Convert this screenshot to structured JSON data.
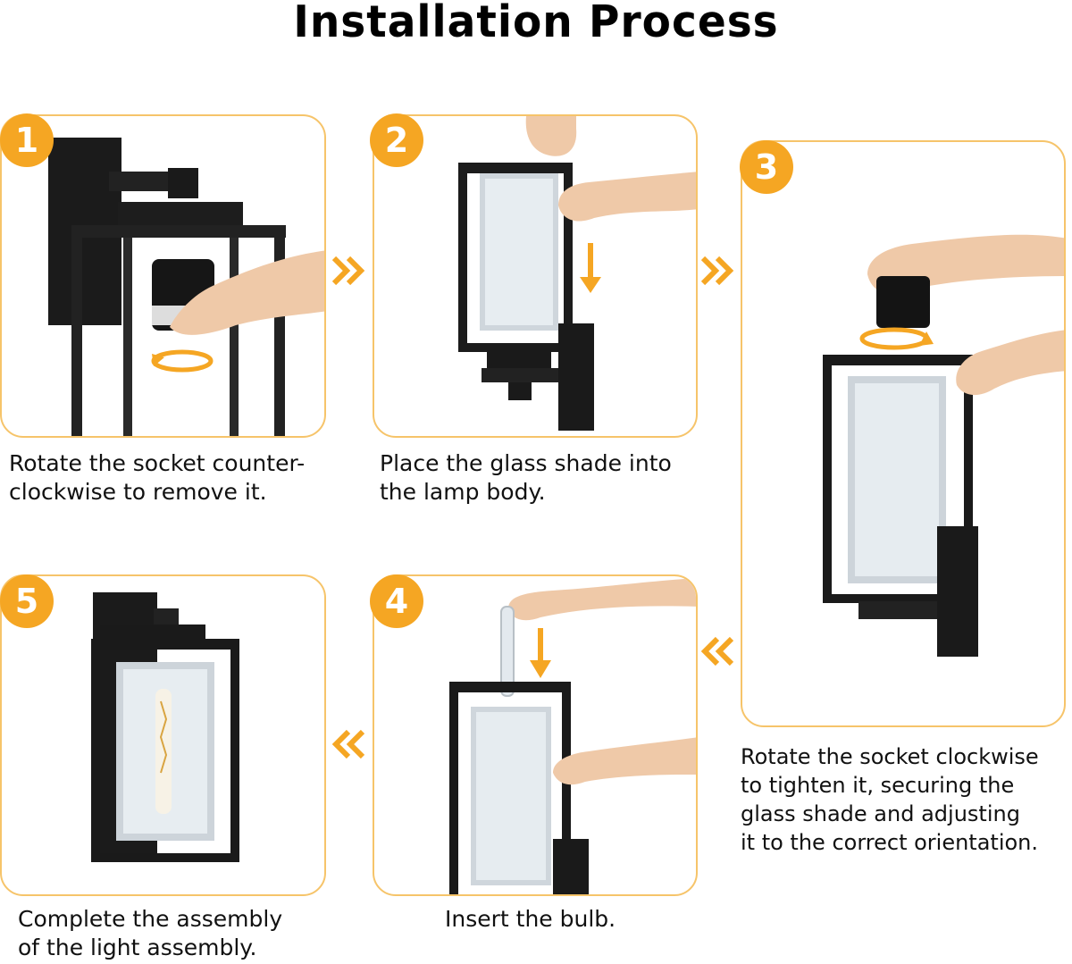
{
  "title": "Installation Process",
  "accent_color": "#f5a623",
  "border_color": "#f6c46a",
  "steps": [
    {
      "number": "1",
      "caption_lines": [
        "Rotate the socket counter-",
        "clockwise to remove it."
      ]
    },
    {
      "number": "2",
      "caption_lines": [
        "Place the glass shade into",
        "the lamp body."
      ]
    },
    {
      "number": "3",
      "caption_lines": [
        "Rotate the socket clockwise",
        "to tighten it, securing the",
        "glass shade and adjusting",
        "it to the correct orientation."
      ]
    },
    {
      "number": "4",
      "caption_lines": [
        "Insert the bulb."
      ]
    },
    {
      "number": "5",
      "caption_lines": [
        "Complete the assembly",
        "of the light assembly."
      ]
    }
  ],
  "arrows": [
    {
      "direction": "right",
      "icon": "double-chevron-right-icon"
    },
    {
      "direction": "right",
      "icon": "double-chevron-right-icon"
    },
    {
      "direction": "left",
      "icon": "double-chevron-left-icon"
    },
    {
      "direction": "left",
      "icon": "double-chevron-left-icon"
    }
  ]
}
